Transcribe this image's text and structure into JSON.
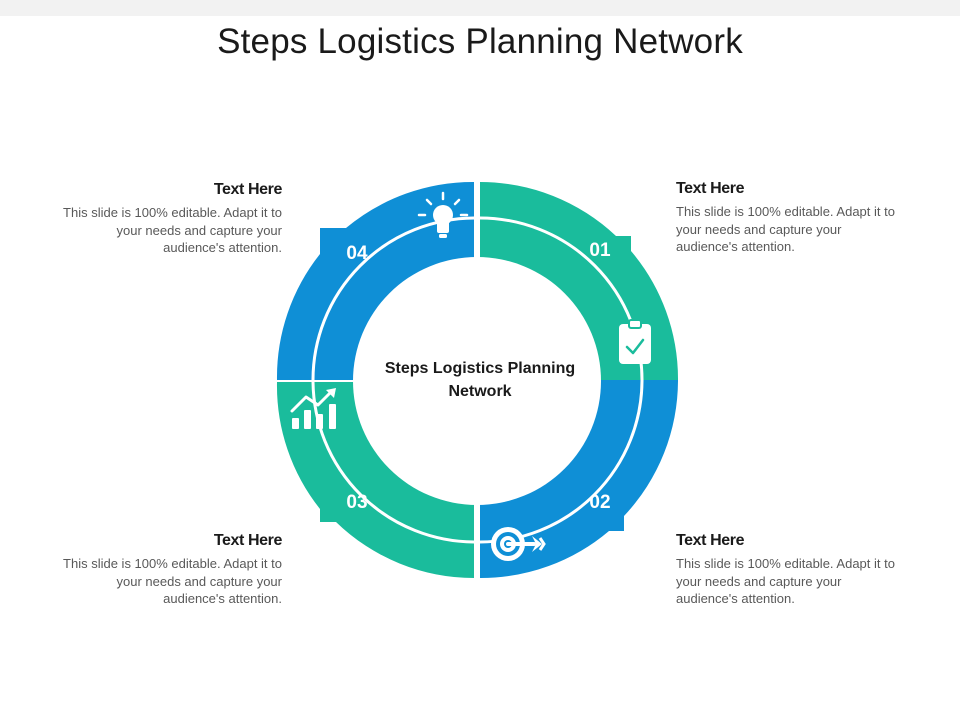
{
  "title": "Steps Logistics Planning Network",
  "center_title": "Steps Logistics Planning Network",
  "colors": {
    "green": "#1abc9c",
    "blue": "#0f8fd6"
  },
  "segments": [
    {
      "number": "01",
      "icon": "clipboard-check-icon",
      "color": "#1abc9c"
    },
    {
      "number": "02",
      "icon": "target-icon",
      "color": "#0f8fd6"
    },
    {
      "number": "03",
      "icon": "growth-chart-icon",
      "color": "#1abc9c"
    },
    {
      "number": "04",
      "icon": "lightbulb-icon",
      "color": "#0f8fd6"
    }
  ],
  "callouts": [
    {
      "heading": "Text Here",
      "body": "This slide is 100% editable. Adapt it to your needs and capture your audience's attention."
    },
    {
      "heading": "Text Here",
      "body": "This slide is 100% editable. Adapt it to your needs and capture your audience's attention."
    },
    {
      "heading": "Text Here",
      "body": "This slide is 100% editable. Adapt it to your needs and capture your audience's attention."
    },
    {
      "heading": "Text Here",
      "body": "This slide is 100% editable. Adapt it to your needs and capture your audience's attention."
    }
  ]
}
